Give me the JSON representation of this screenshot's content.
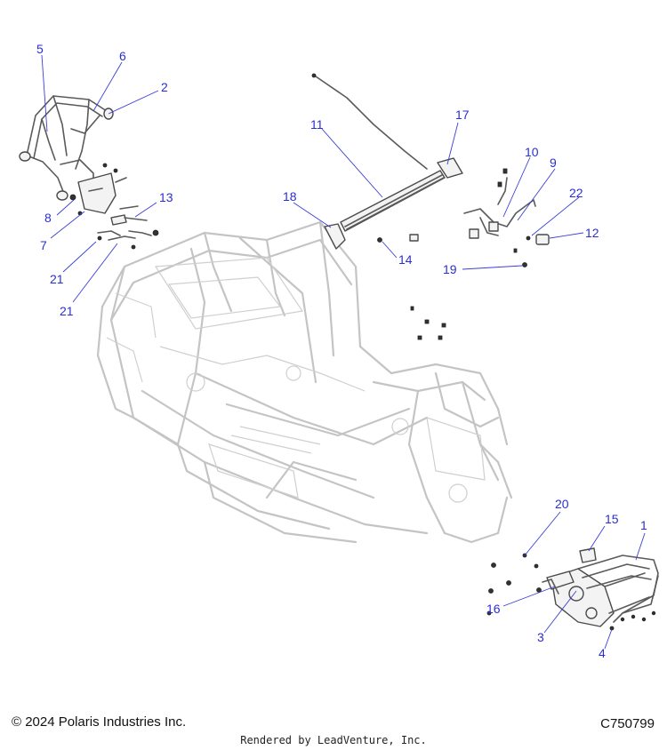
{
  "callouts": {
    "c1": "1",
    "c2": "2",
    "c3": "3",
    "c4": "4",
    "c5": "5",
    "c6": "6",
    "c7": "7",
    "c8": "8",
    "c9": "9",
    "c10": "10",
    "c11": "11",
    "c12": "12",
    "c13": "13",
    "c14": "14",
    "c15": "15",
    "c16": "16",
    "c17": "17",
    "c18": "18",
    "c19": "19",
    "c20": "20",
    "c21a": "21",
    "c21b": "21",
    "c22": "22"
  },
  "footer": {
    "copyright": "© 2024 Polaris Industries Inc.",
    "drawing_id": "C750799",
    "rendered_by": "Rendered by LeadVenture, Inc."
  },
  "colors": {
    "callout": "#2a2fd1",
    "leader": "#3a3fd8",
    "frame": "#c4c4c4",
    "part": "#5a5a5a"
  }
}
